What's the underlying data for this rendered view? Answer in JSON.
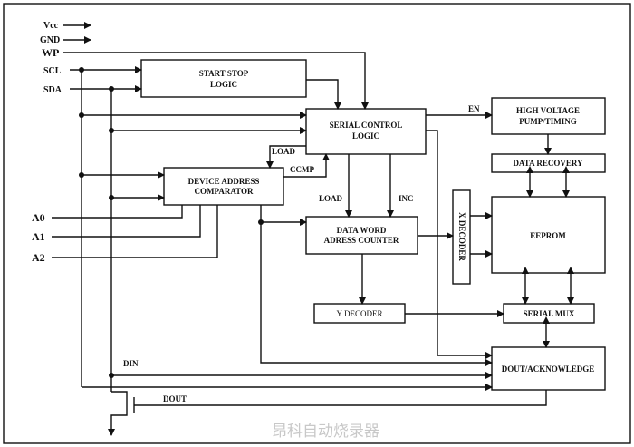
{
  "pins": {
    "vcc": "Vcc",
    "gnd": "GND",
    "wp": "WP",
    "scl": "SCL",
    "sda": "SDA",
    "a0": "A0",
    "a1": "A1",
    "a2": "A2"
  },
  "blocks": {
    "start_stop": [
      "START STOP",
      "LOGIC"
    ],
    "serial_control": [
      "SERIAL CONTROL",
      "LOGIC"
    ],
    "device_address": [
      "DEVICE ADDRESS",
      "COMPARATOR"
    ],
    "data_word": [
      "DATA WORD",
      "ADRESS COUNTER"
    ],
    "x_decoder": "X DECODER",
    "y_decoder": "Y DECODER",
    "high_voltage": [
      "HIGH VOLTAGE",
      "PUMP/TIMING"
    ],
    "data_recovery": "DATA RECOVERY",
    "eeprom": "EEPROM",
    "serial_mux": "SERIAL MUX",
    "dout_ack": "DOUT/ACKNOWLEDGE"
  },
  "signals": {
    "load_top": "LOAD",
    "ccmp": "CCMP",
    "load": "LOAD",
    "inc": "INC",
    "en": "EN",
    "din": "DIN",
    "dout": "DOUT"
  },
  "watermark": "昂科自动烧录器"
}
